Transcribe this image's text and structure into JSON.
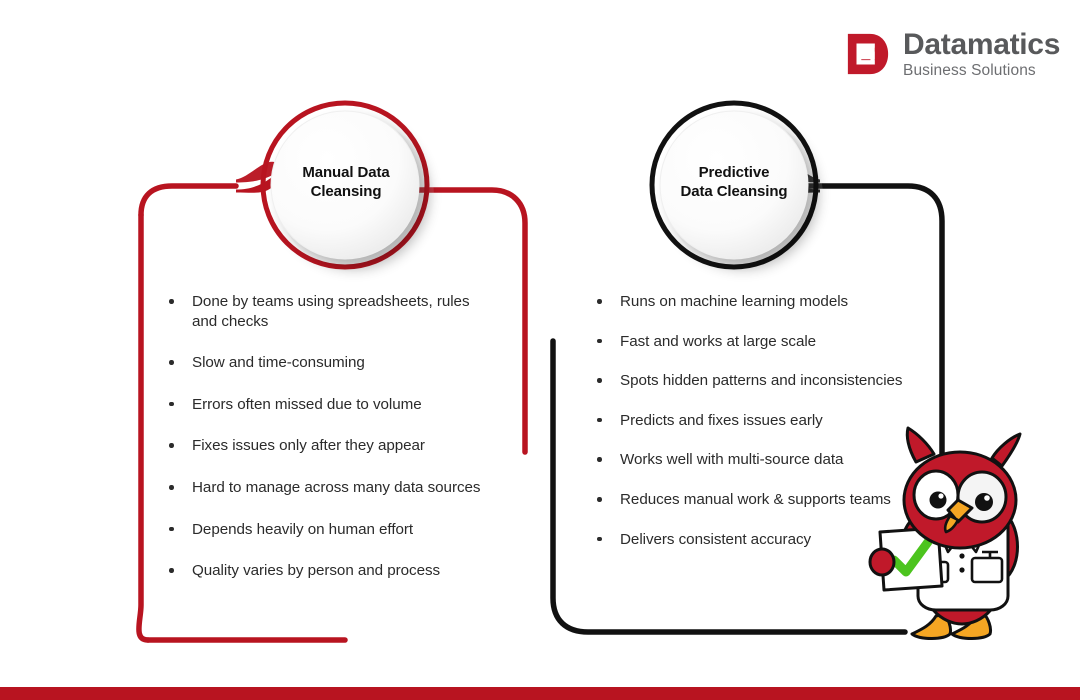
{
  "brand": {
    "logo_icon": "datamatics-d-logo-icon",
    "title": "Datamatics",
    "subtitle": "Business Solutions",
    "red": "#c0192a",
    "gray": "#58595b"
  },
  "nodes": {
    "left": {
      "line1": "Manual Data",
      "line2": "Cleansing",
      "accent_color": "#b81420"
    },
    "right": {
      "line1": "Predictive",
      "line2": "Data Cleansing",
      "accent_color": "#111111"
    }
  },
  "columns": {
    "left": {
      "bullets": [
        "Done by teams using spreadsheets, rules and checks",
        "Slow and time-consuming",
        "Errors often missed due to volume",
        "Fixes issues only after they appear",
        "Hard to manage across many data sources",
        "Depends heavily on human effort",
        "Quality varies by person and process"
      ]
    },
    "right": {
      "bullets": [
        "Runs on machine learning models",
        "Fast and works at large scale",
        "Spots hidden patterns and inconsistencies",
        "Predicts and fixes issues early",
        "Works well with multi-source data",
        "Reduces manual work & supports teams",
        "Delivers consistent accuracy"
      ]
    }
  },
  "mascot": {
    "icon": "owl-scientist-mascot-icon",
    "body_color": "#c0192a",
    "coat_color": "#ffffff",
    "beak_color": "#f5a623",
    "card_icon": "checkmark-card-icon",
    "check_color": "#4cc41e"
  },
  "footer": {
    "bar_color": "#b81420"
  }
}
